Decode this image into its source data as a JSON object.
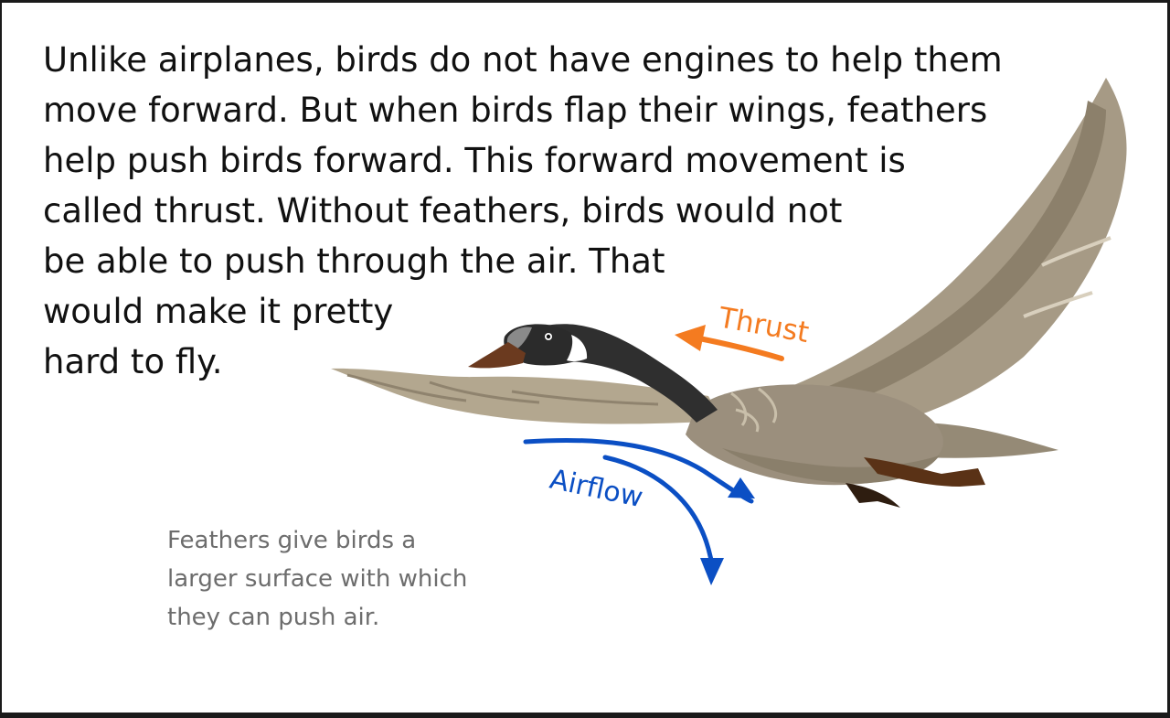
{
  "text": {
    "main_lines": [
      "Unlike airplanes, birds do not have engines to help them",
      "move forward. But when birds flap their wings, feathers",
      "help push birds forward. This forward movement is",
      "called thrust. Without feathers, birds would not",
      "be able to push through the air. That",
      "would make it pretty",
      "hard to fly."
    ],
    "caption_lines": [
      "Feathers give birds a",
      "larger surface with which",
      "they can push air."
    ]
  },
  "labels": {
    "thrust": "Thrust",
    "airflow": "Airflow"
  },
  "colors": {
    "thrust": "#f47b20",
    "airflow": "#0b4fc4",
    "body": "#9b8f7d",
    "wing": "#a69a85",
    "neck": "#2f2f2f",
    "beak": "#6b3a1f",
    "caption": "#6d6d6d"
  },
  "icons": [
    "thrust-arrow-icon",
    "airflow-arrow-icon",
    "goose-illustration"
  ]
}
